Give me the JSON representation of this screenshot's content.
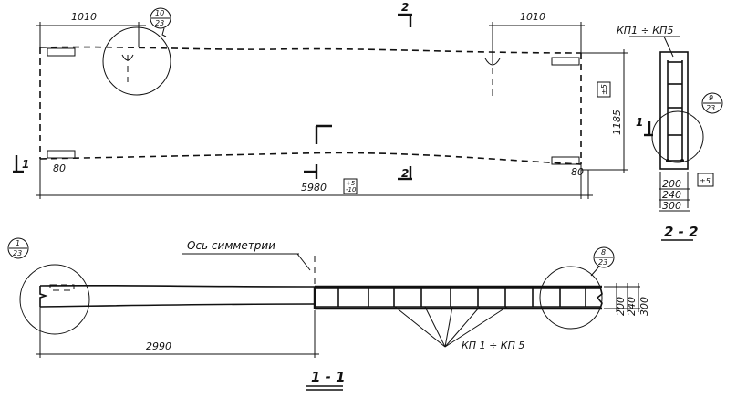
{
  "plan": {
    "dim_left": "1010",
    "dim_right": "1010",
    "dim_length": "5980",
    "dim_width": "1185",
    "dim_edge_left": "80",
    "dim_edge_right": "80",
    "tol_length_top": "+5",
    "tol_length_bottom": "-10",
    "tol_width": "±5",
    "callout_top": {
      "num": "10",
      "sheet": "23"
    },
    "section_2_label": "2",
    "section_1_label": "1"
  },
  "section_2_2": {
    "label_kp": "КП1 ÷ КП5",
    "callout": {
      "num": "9",
      "sheet": "23"
    },
    "dim_200": "200",
    "dim_240": "240",
    "dim_300": "300",
    "tol": "±5",
    "title": "2 - 2",
    "cut_label": "1"
  },
  "section_1_1": {
    "axis_label": "Ось симметрии",
    "callout_left": {
      "num": "1",
      "sheet": "23"
    },
    "callout_right": {
      "num": "8",
      "sheet": "23"
    },
    "dim_half_length": "2990",
    "dim_200": "200",
    "dim_240": "240",
    "dim_300": "300",
    "label_kp": "КП 1 ÷ КП 5",
    "title": "1 - 1"
  }
}
